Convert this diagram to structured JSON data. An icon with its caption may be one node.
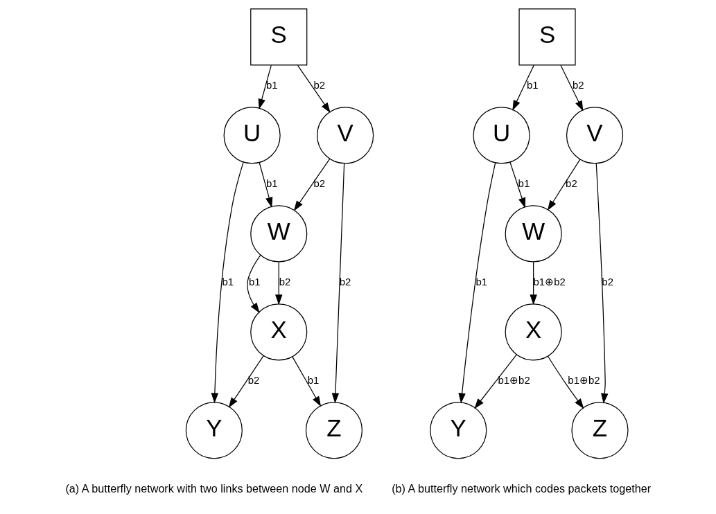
{
  "diagram": {
    "nodes": [
      {
        "text": [
          "S"
        ]
      },
      {
        "text": [
          "U"
        ]
      },
      {
        "text": [
          "V"
        ]
      },
      {
        "text": [
          "W"
        ]
      },
      {
        "text": [
          "X"
        ]
      },
      {
        "text": [
          "Y"
        ]
      },
      {
        "text": [
          "Z"
        ]
      },
      {
        "text": [
          "S"
        ]
      },
      {
        "text": [
          "U"
        ]
      },
      {
        "text": [
          "V"
        ]
      },
      {
        "text": [
          "W"
        ]
      },
      {
        "text": [
          "X"
        ]
      },
      {
        "text": [
          "Y"
        ]
      },
      {
        "text": [
          "Z"
        ]
      }
    ],
    "edges": [
      {
        "from": 0,
        "to": 1,
        "arrow": "to",
        "label": "b1"
      },
      {
        "from": 0,
        "to": 2,
        "arrow": "to",
        "label": "b2"
      },
      {
        "from": 1,
        "to": 3,
        "arrow": "to",
        "label": "b1"
      },
      {
        "from": 2,
        "to": 3,
        "arrow": "to",
        "label": "b2"
      },
      {
        "from": 1,
        "to": 5,
        "arrow": "to",
        "label": "b1"
      },
      {
        "from": 2,
        "to": 6,
        "arrow": "to",
        "label": "b2"
      },
      {
        "from": 3,
        "to": 4,
        "arrow": "to",
        "label": "b1"
      },
      {
        "from": 3,
        "to": 4,
        "arrow": "to",
        "label": "b2"
      },
      {
        "from": 4,
        "to": 5,
        "arrow": "to",
        "label": "b2"
      },
      {
        "from": 4,
        "to": 6,
        "arrow": "to",
        "label": "b1"
      },
      {
        "from": 7,
        "to": 8,
        "arrow": "to",
        "label": "b1"
      },
      {
        "from": 7,
        "to": 9,
        "arrow": "to",
        "label": "b2"
      },
      {
        "from": 8,
        "to": 10,
        "arrow": "to",
        "label": "b1"
      },
      {
        "from": 9,
        "to": 10,
        "arrow": "to",
        "label": "b2"
      },
      {
        "from": 8,
        "to": 12,
        "arrow": "to",
        "label": "b1"
      },
      {
        "from": 9,
        "to": 13,
        "arrow": "to",
        "label": "b2"
      },
      {
        "from": 10,
        "to": 11,
        "arrow": "to",
        "label": "b1⊕b2"
      },
      {
        "from": 11,
        "to": 12,
        "arrow": "to",
        "label": "b1⊕b2"
      },
      {
        "from": 11,
        "to": 13,
        "arrow": "to",
        "label": "b1⊕b2"
      }
    ],
    "labels": [
      "(a) A butterfly network with two links between node W and X",
      "(b) A butterfly network which codes packets together"
    ]
  }
}
